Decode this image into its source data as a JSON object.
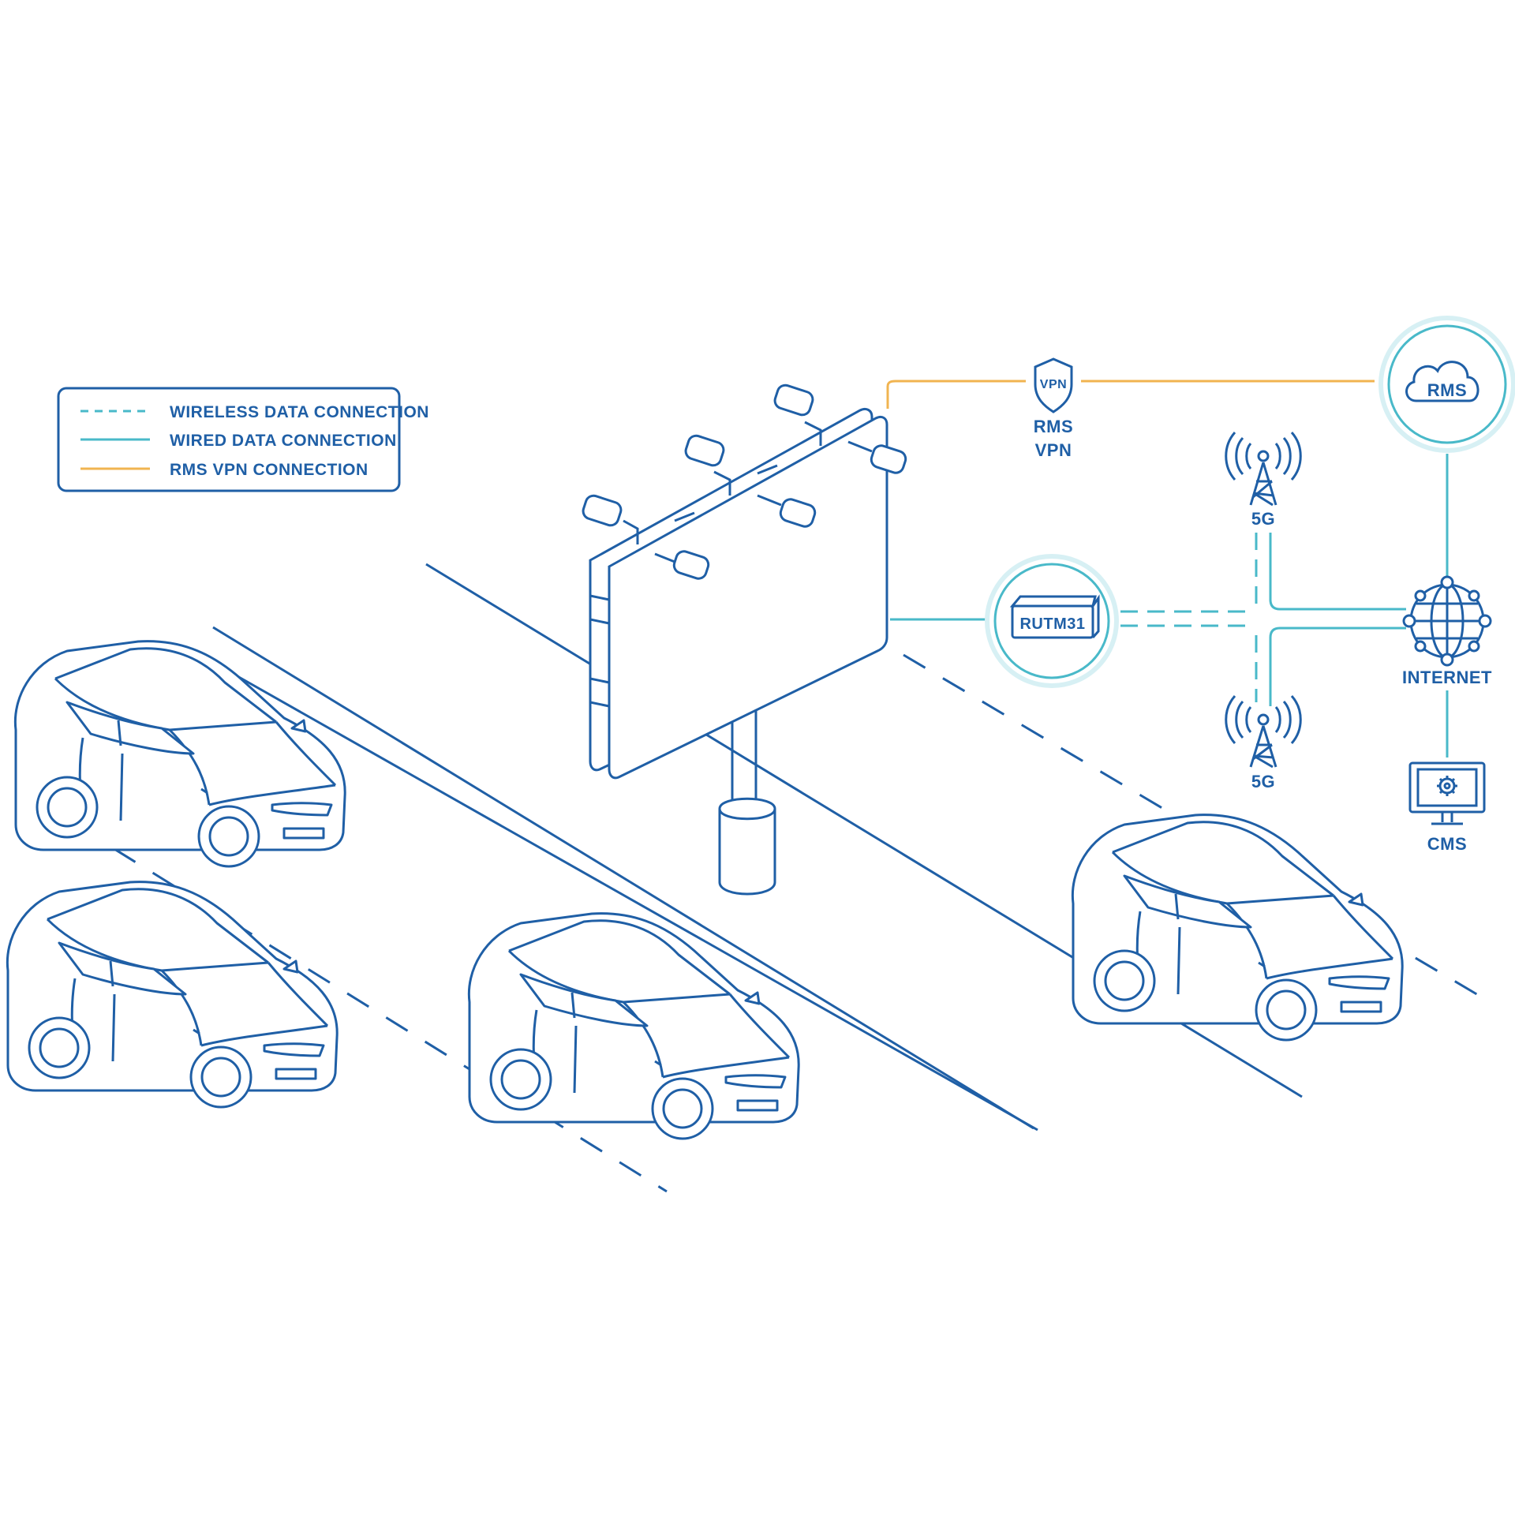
{
  "colors": {
    "ink": "#1f5fa6",
    "teal": "#49b9c9",
    "orange": "#f1b450",
    "ring": "#bfe6ec"
  },
  "legend": {
    "wireless": "WIRELESS DATA CONNECTION",
    "wired": "WIRED DATA CONNECTION",
    "vpn": "RMS VPN CONNECTION"
  },
  "nodes": {
    "vpn_badge": "VPN",
    "rms_vpn_line1": "RMS",
    "rms_vpn_line2": "VPN",
    "rms": "RMS",
    "router": "RUTM31",
    "tower_top": "5G",
    "tower_bottom": "5G",
    "internet": "INTERNET",
    "cms": "CMS"
  },
  "icons": [
    "shield-icon",
    "cloud-icon",
    "router-icon",
    "cell-tower-icon",
    "globe-icon",
    "monitor-gear-icon",
    "car-icon",
    "billboard-icon"
  ]
}
